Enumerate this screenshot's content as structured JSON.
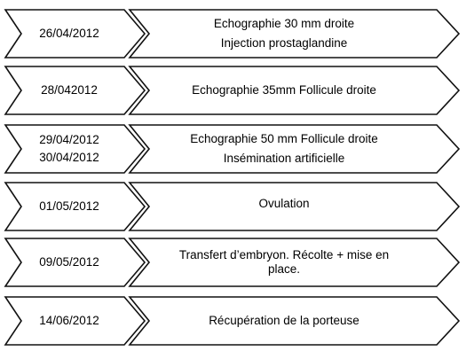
{
  "timeline": {
    "rows": [
      {
        "dates": [
          "26/04/2012"
        ],
        "events": [
          "Echographie 30 mm droite",
          "Injection prostaglandine"
        ]
      },
      {
        "dates": [
          "28/042012"
        ],
        "events": [
          "Echographie 35mm Follicule droite"
        ]
      },
      {
        "dates": [
          "29/04/2012",
          "30/04/2012"
        ],
        "events": [
          "Echographie 50 mm Follicule droite",
          "Insémination artificielle"
        ]
      },
      {
        "dates": [
          "01/05/2012"
        ],
        "events": [
          "Ovulation"
        ]
      },
      {
        "dates": [
          "09/05/2012"
        ],
        "events": [
          "Transfert d’embryon. Récolte + mise en",
          "place."
        ]
      },
      {
        "dates": [
          "14/06/2012"
        ],
        "events": [
          "Récupération de la porteuse"
        ]
      }
    ]
  }
}
